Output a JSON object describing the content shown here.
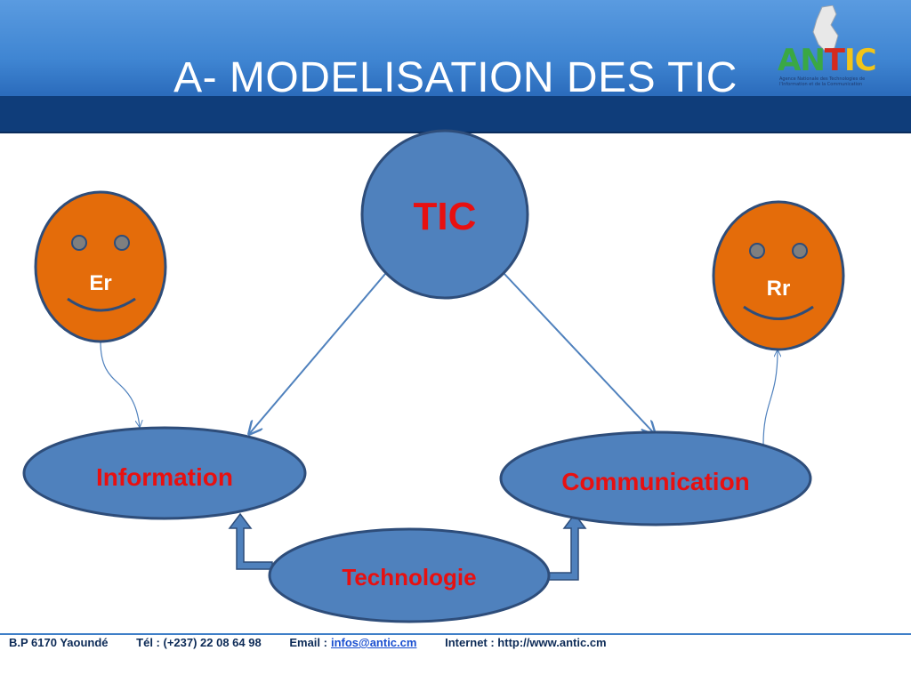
{
  "slide": {
    "title": "A- MODELISATION DES TIC"
  },
  "logo": {
    "text_a": "AN",
    "text_b": "T",
    "text_c": "IC",
    "subtitle": "Agence Nationale des Technologies de l'Information et de la Communication"
  },
  "diagram": {
    "center_node": "TIC",
    "left_face": "Er",
    "right_face": "Rr",
    "information": "Information",
    "communication": "Communication",
    "technologie": "Technologie"
  },
  "footer": {
    "address": "B.P 6170 Yaoundé",
    "phone": "Tél : (+237) 22 08 64 98",
    "email_label": "Email :",
    "email_value": "infos@antic.cm",
    "internet": "Internet : http://www.antic.cm"
  },
  "colors": {
    "node_fill": "#4f81bd",
    "node_stroke": "#2e4d7a",
    "face_fill": "#e46c0a",
    "label_red": "#e81010",
    "arrow": "#4f81bd",
    "header_band": "#0f3d7a"
  }
}
